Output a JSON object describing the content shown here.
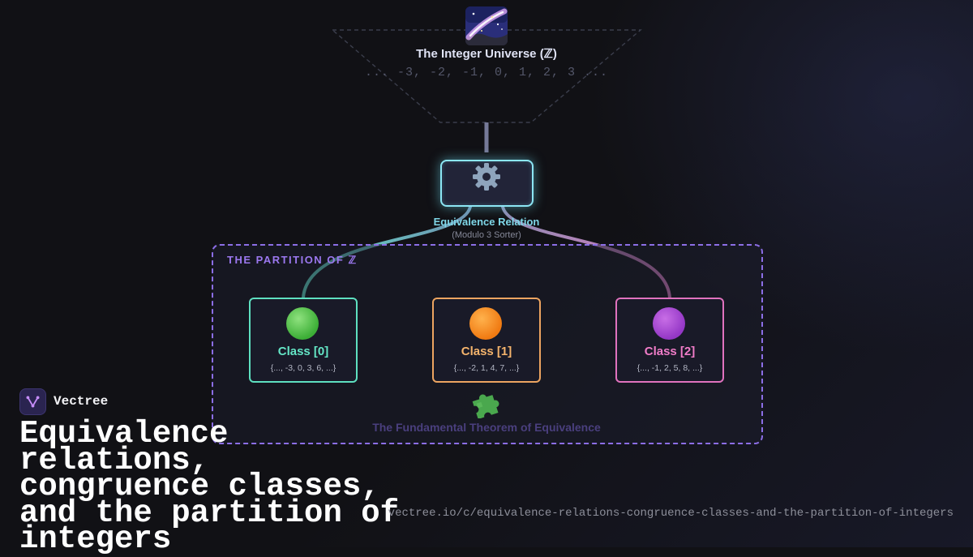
{
  "universe": {
    "title": "The Integer Universe (ℤ)",
    "sequence": "... -3, -2, -1, 0, 1, 2, 3 ...",
    "icon": "milky-way-icon"
  },
  "sorter": {
    "title": "Equivalence Relation",
    "subtitle": "(Modulo 3 Sorter)",
    "icon": "gear-icon",
    "glow_color": "#8ce6f4"
  },
  "partition": {
    "label": "THE PARTITION OF ℤ",
    "border_color": "#8c6ee6",
    "classes": [
      {
        "name": "Class [0]",
        "members": "{..., -3, 0, 3, 6, ...}",
        "color": "#5ee0c0",
        "dot": "green-circle-icon"
      },
      {
        "name": "Class [1]",
        "members": "{..., -2, 1, 4, 7, ...}",
        "color": "#eca460",
        "dot": "orange-circle-icon"
      },
      {
        "name": "Class [2]",
        "members": "{..., -1, 2, 5, 8, ...}",
        "color": "#e072be",
        "dot": "purple-circle-icon"
      }
    ],
    "theorem": "The Fundamental Theorem of Equivalence",
    "theorem_icon": "puzzle-piece-icon"
  },
  "brand": {
    "name": "Vectree",
    "logo": "vectree-logo"
  },
  "title": "Equivalence relations, congruence classes, and the partition of integers",
  "url": "vectree.io/c/equivalence-relations-congruence-classes-and-the-partition-of-integers"
}
